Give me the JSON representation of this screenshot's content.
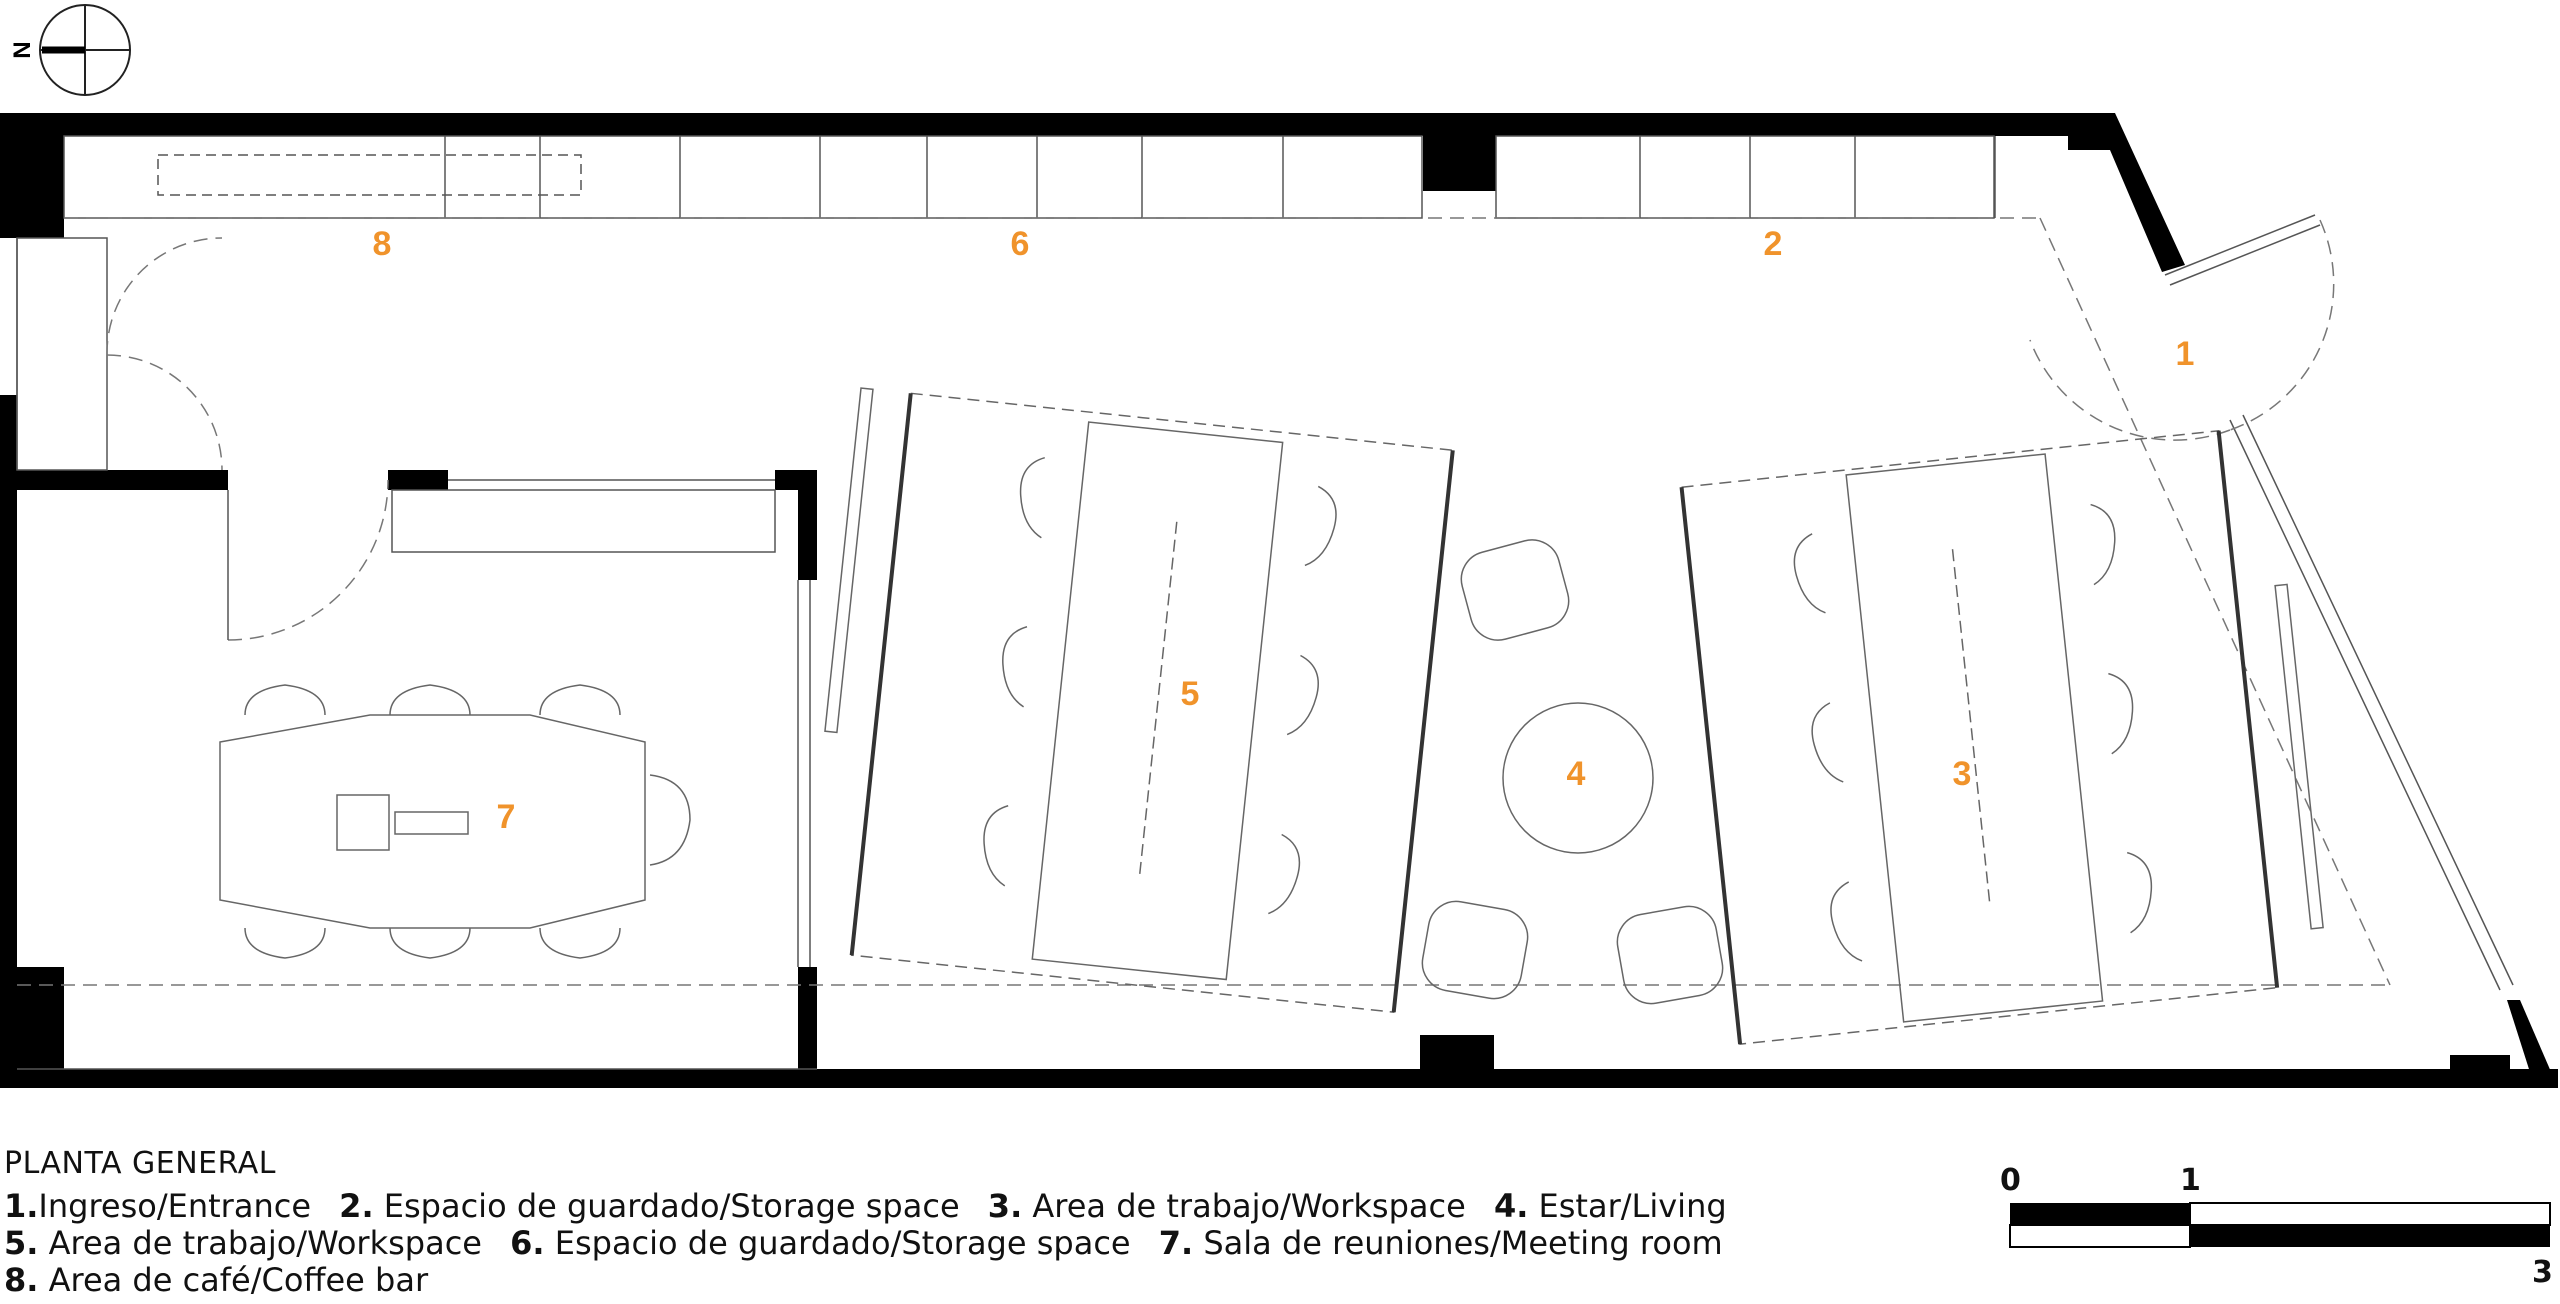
{
  "compass": {
    "label": "N"
  },
  "plan_labels": {
    "l1": "1",
    "l2": "2",
    "l3": "3",
    "l4": "4",
    "l5": "5",
    "l6": "6",
    "l7": "7",
    "l8": "8"
  },
  "accent_color": "#f0932b",
  "legend": {
    "title": "PLANTA GENERAL",
    "items": [
      {
        "num": "1.",
        "text": "Ingreso/Entrance"
      },
      {
        "num": "2.",
        "text": " Espacio de guardado/Storage space"
      },
      {
        "num": "3.",
        "text": " Area de trabajo/Workspace"
      },
      {
        "num": "4.",
        "text": " Estar/Living"
      },
      {
        "num": "5.",
        "text": " Area de trabajo/Workspace"
      },
      {
        "num": "6.",
        "text": " Espacio de guardado/Storage space"
      },
      {
        "num": "7.",
        "text": " Sala de reuniones/Meeting room"
      },
      {
        "num": "8.",
        "text": " Area de café/Coffee bar"
      }
    ]
  },
  "scale": {
    "zero": "0",
    "one": "1",
    "three": "3"
  }
}
